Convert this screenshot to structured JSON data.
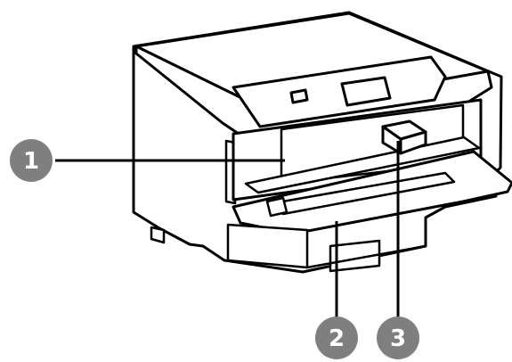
{
  "figure": {
    "subject": "printer",
    "colors": {
      "outline": "#000000",
      "body": "#ffffff",
      "callout": "#7f7f7f",
      "callout_text": "#ffffff"
    },
    "callouts": [
      {
        "number": "1"
      },
      {
        "number": "2"
      },
      {
        "number": "3"
      }
    ]
  }
}
